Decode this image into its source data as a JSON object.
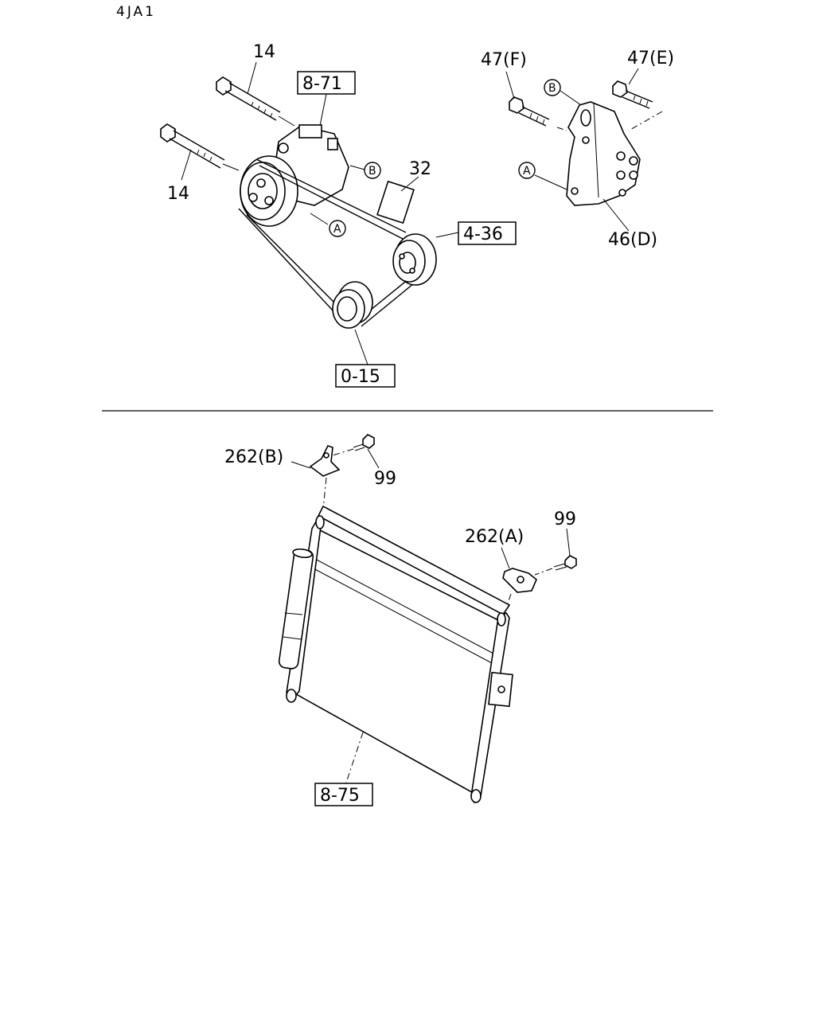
{
  "header": {
    "model_code": "4JA1"
  },
  "upper_assembly": {
    "callouts": {
      "bolt_upper": "14",
      "bolt_lower": "14",
      "belt": "32",
      "bracket": "46(D)",
      "bolt_f": "47(F)",
      "bolt_e": "47(E)"
    },
    "references": {
      "compressor": "8-71",
      "idler_pulley": "4-36",
      "crank_pulley": "0-15"
    },
    "markers": {
      "a": "A",
      "b": "B"
    }
  },
  "lower_assembly": {
    "callouts": {
      "bracket_b": "262(B)",
      "bolt_b": "99",
      "bracket_a": "262(A)",
      "bolt_a": "99"
    },
    "references": {
      "condenser": "8-75"
    }
  }
}
